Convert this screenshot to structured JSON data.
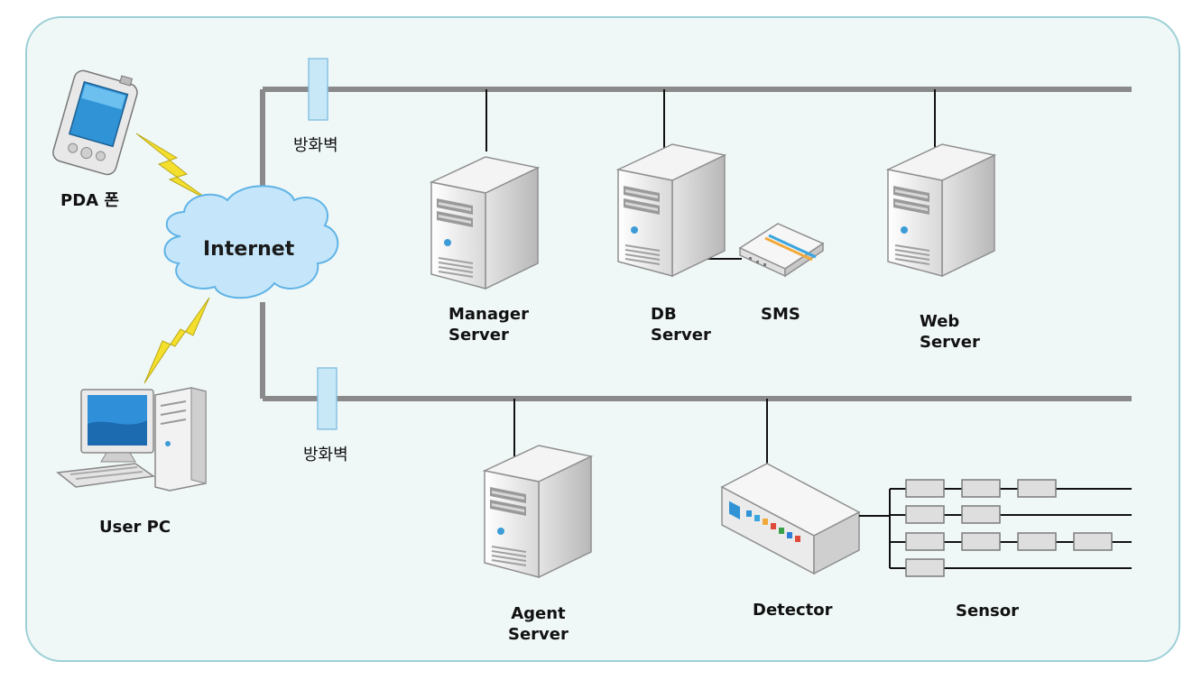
{
  "pda": {
    "label": "PDA 폰",
    "icon": "pda-phone-icon"
  },
  "user_pc": {
    "label": "User PC",
    "icon": "desktop-pc-icon"
  },
  "internet": {
    "label": "Internet",
    "icon": "cloud-icon"
  },
  "firewall_top": {
    "label": "방화벽",
    "icon": "firewall-icon"
  },
  "firewall_bottom": {
    "label": "방화벽",
    "icon": "firewall-icon"
  },
  "manager_server": {
    "line1": "Manager",
    "line2": "Server",
    "icon": "server-tower-icon"
  },
  "db_server": {
    "line1": "DB",
    "line2": "Server",
    "icon": "server-tower-icon"
  },
  "sms": {
    "label": "SMS",
    "icon": "sms-modem-icon"
  },
  "web_server": {
    "line1": "Web",
    "line2": "Server",
    "icon": "server-tower-icon"
  },
  "agent_server": {
    "line1": "Agent",
    "line2": "Server",
    "icon": "server-tower-icon"
  },
  "detector": {
    "label": "Detector",
    "icon": "detector-box-icon"
  },
  "sensor": {
    "label": "Sensor",
    "icon": "sensor-icon"
  },
  "colors": {
    "frame_border": "#9ccfd6",
    "frame_fill": "#f0f8f7",
    "bus_line": "#8a8a8a",
    "firewall": "#c8e8f7",
    "cloud": "#c5e6fa",
    "lightning": "#f3df2c"
  }
}
